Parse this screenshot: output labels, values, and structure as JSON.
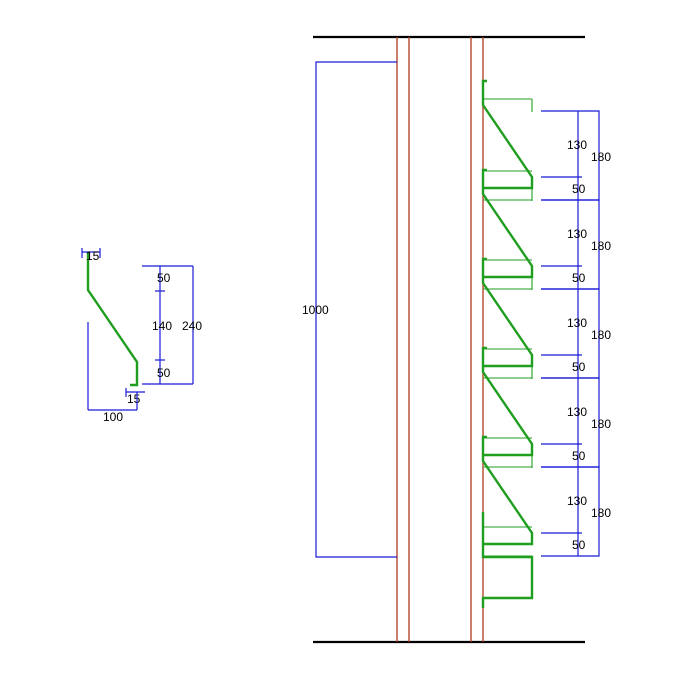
{
  "colors": {
    "profile": "#1f9e1f",
    "dimension": "#1a1ad6",
    "post": "#b03a1e",
    "boundary": "#000000"
  },
  "section_detail": {
    "top_lip": "15",
    "top_flat": "50",
    "slope_height": "140",
    "total_height": "240",
    "bottom_flat": "50",
    "bottom_lip": "15",
    "width": "100"
  },
  "elevation": {
    "overall_height": "1000",
    "blades": [
      {
        "pitch": "180",
        "slope": "130",
        "flat": "50"
      },
      {
        "pitch": "180",
        "slope": "130",
        "flat": "50"
      },
      {
        "pitch": "180",
        "slope": "130",
        "flat": "50"
      },
      {
        "pitch": "180",
        "slope": "130",
        "flat": "50"
      },
      {
        "pitch": "180",
        "slope": "130",
        "flat": "50"
      }
    ]
  }
}
